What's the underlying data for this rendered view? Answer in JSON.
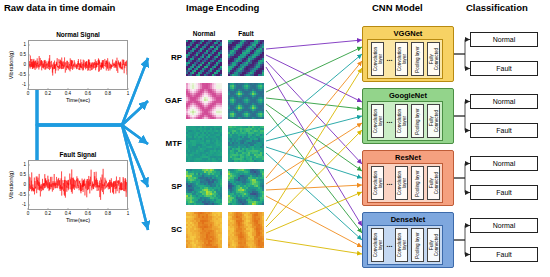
{
  "diagram": {
    "nodes": [
      {
        "text": [
          "Normal Signal"
        ]
      },
      {
        "text": [
          "Fault Signal"
        ]
      },
      {
        "text": [
          "RP"
        ]
      },
      {
        "text": [
          "GAF"
        ]
      },
      {
        "text": [
          "MTF"
        ]
      },
      {
        "text": [
          "SP"
        ]
      },
      {
        "text": [
          "SC"
        ]
      },
      {
        "text": [
          "VGGNet"
        ]
      },
      {
        "text": [
          "Convolution layer"
        ],
        "in": 7
      },
      {
        "text": [
          "Convolution layer"
        ],
        "in": 7
      },
      {
        "text": [
          "Pooling layer"
        ],
        "in": 7
      },
      {
        "text": [
          "Fully Connected"
        ],
        "in": 7
      },
      {
        "text": [
          "GoogleNet"
        ]
      },
      {
        "text": [
          "Convolution layer"
        ],
        "in": 12
      },
      {
        "text": [
          "Convolution layer"
        ],
        "in": 12
      },
      {
        "text": [
          "Pooling layer"
        ],
        "in": 12
      },
      {
        "text": [
          "Fully Connected"
        ],
        "in": 12
      },
      {
        "text": [
          "ResNet"
        ]
      },
      {
        "text": [
          "Convolution layer"
        ],
        "in": 17
      },
      {
        "text": [
          "Convolution layer"
        ],
        "in": 17
      },
      {
        "text": [
          "Pooling layer"
        ],
        "in": 17
      },
      {
        "text": [
          "Fully Connected"
        ],
        "in": 17
      },
      {
        "text": [
          "DenseNet"
        ]
      },
      {
        "text": [
          "Convolution layer"
        ],
        "in": 22
      },
      {
        "text": [
          "Convolution layer"
        ],
        "in": 22
      },
      {
        "text": [
          "Pooling layer"
        ],
        "in": 22
      },
      {
        "text": [
          "Fully Connected"
        ],
        "in": 22
      },
      {
        "text": [
          "Normal"
        ]
      },
      {
        "text": [
          "Fault"
        ]
      },
      {
        "text": [
          "Normal"
        ]
      },
      {
        "text": [
          "Fault"
        ]
      },
      {
        "text": [
          "Normal"
        ]
      },
      {
        "text": [
          "Fault"
        ]
      },
      {
        "text": [
          "Normal"
        ]
      },
      {
        "text": [
          "Fault"
        ]
      }
    ],
    "edges": [
      {
        "from": 0,
        "to": 2,
        "arrow": "to"
      },
      {
        "from": 0,
        "to": 3,
        "arrow": "to"
      },
      {
        "from": 0,
        "to": 4,
        "arrow": "to"
      },
      {
        "from": 0,
        "to": 5,
        "arrow": "to"
      },
      {
        "from": 0,
        "to": 6,
        "arrow": "to"
      },
      {
        "from": 1,
        "to": 2,
        "arrow": "to"
      },
      {
        "from": 1,
        "to": 3,
        "arrow": "to"
      },
      {
        "from": 1,
        "to": 4,
        "arrow": "to"
      },
      {
        "from": 1,
        "to": 5,
        "arrow": "to"
      },
      {
        "from": 1,
        "to": 6,
        "arrow": "to"
      },
      {
        "from": 2,
        "to": 7,
        "arrow": "to"
      },
      {
        "from": 2,
        "to": 12,
        "arrow": "to"
      },
      {
        "from": 2,
        "to": 17,
        "arrow": "to"
      },
      {
        "from": 2,
        "to": 22,
        "arrow": "to"
      },
      {
        "from": 3,
        "to": 7,
        "arrow": "to"
      },
      {
        "from": 3,
        "to": 12,
        "arrow": "to"
      },
      {
        "from": 3,
        "to": 17,
        "arrow": "to"
      },
      {
        "from": 3,
        "to": 22,
        "arrow": "to"
      },
      {
        "from": 4,
        "to": 7,
        "arrow": "to"
      },
      {
        "from": 4,
        "to": 12,
        "arrow": "to"
      },
      {
        "from": 4,
        "to": 17,
        "arrow": "to"
      },
      {
        "from": 4,
        "to": 22,
        "arrow": "to"
      },
      {
        "from": 5,
        "to": 7,
        "arrow": "to"
      },
      {
        "from": 5,
        "to": 12,
        "arrow": "to"
      },
      {
        "from": 5,
        "to": 17,
        "arrow": "to"
      },
      {
        "from": 5,
        "to": 22,
        "arrow": "to"
      },
      {
        "from": 6,
        "to": 7,
        "arrow": "to"
      },
      {
        "from": 6,
        "to": 12,
        "arrow": "to"
      },
      {
        "from": 6,
        "to": 17,
        "arrow": "to"
      },
      {
        "from": 6,
        "to": 22,
        "arrow": "to"
      },
      {
        "from": 7,
        "to": 27,
        "arrow": "to"
      },
      {
        "from": 7,
        "to": 28,
        "arrow": "to"
      },
      {
        "from": 12,
        "to": 29,
        "arrow": "to"
      },
      {
        "from": 12,
        "to": 30,
        "arrow": "to"
      },
      {
        "from": 17,
        "to": 31,
        "arrow": "to"
      },
      {
        "from": 17,
        "to": 32,
        "arrow": "to"
      },
      {
        "from": 22,
        "to": 33,
        "arrow": "to"
      },
      {
        "from": 22,
        "to": 34,
        "arrow": "to"
      }
    ],
    "labels": [
      "Raw data in time domain",
      "Image Encoding",
      "CNN Model",
      "Classification",
      "Normal",
      "Fault",
      "Vibration(g)",
      "Time(sec)",
      "1",
      "0.5",
      "0",
      "-0.5",
      "-1",
      "0",
      "0.2",
      "0.4",
      "0.6",
      "0.8",
      "1",
      "Vibration(g)",
      "Time(sec)",
      "1",
      "0.5",
      "0",
      "-0.5",
      "-1",
      "0",
      "0.2",
      "0.4",
      "0.6",
      "0.8",
      "1",
      "...",
      "...",
      "...",
      "..."
    ]
  }
}
